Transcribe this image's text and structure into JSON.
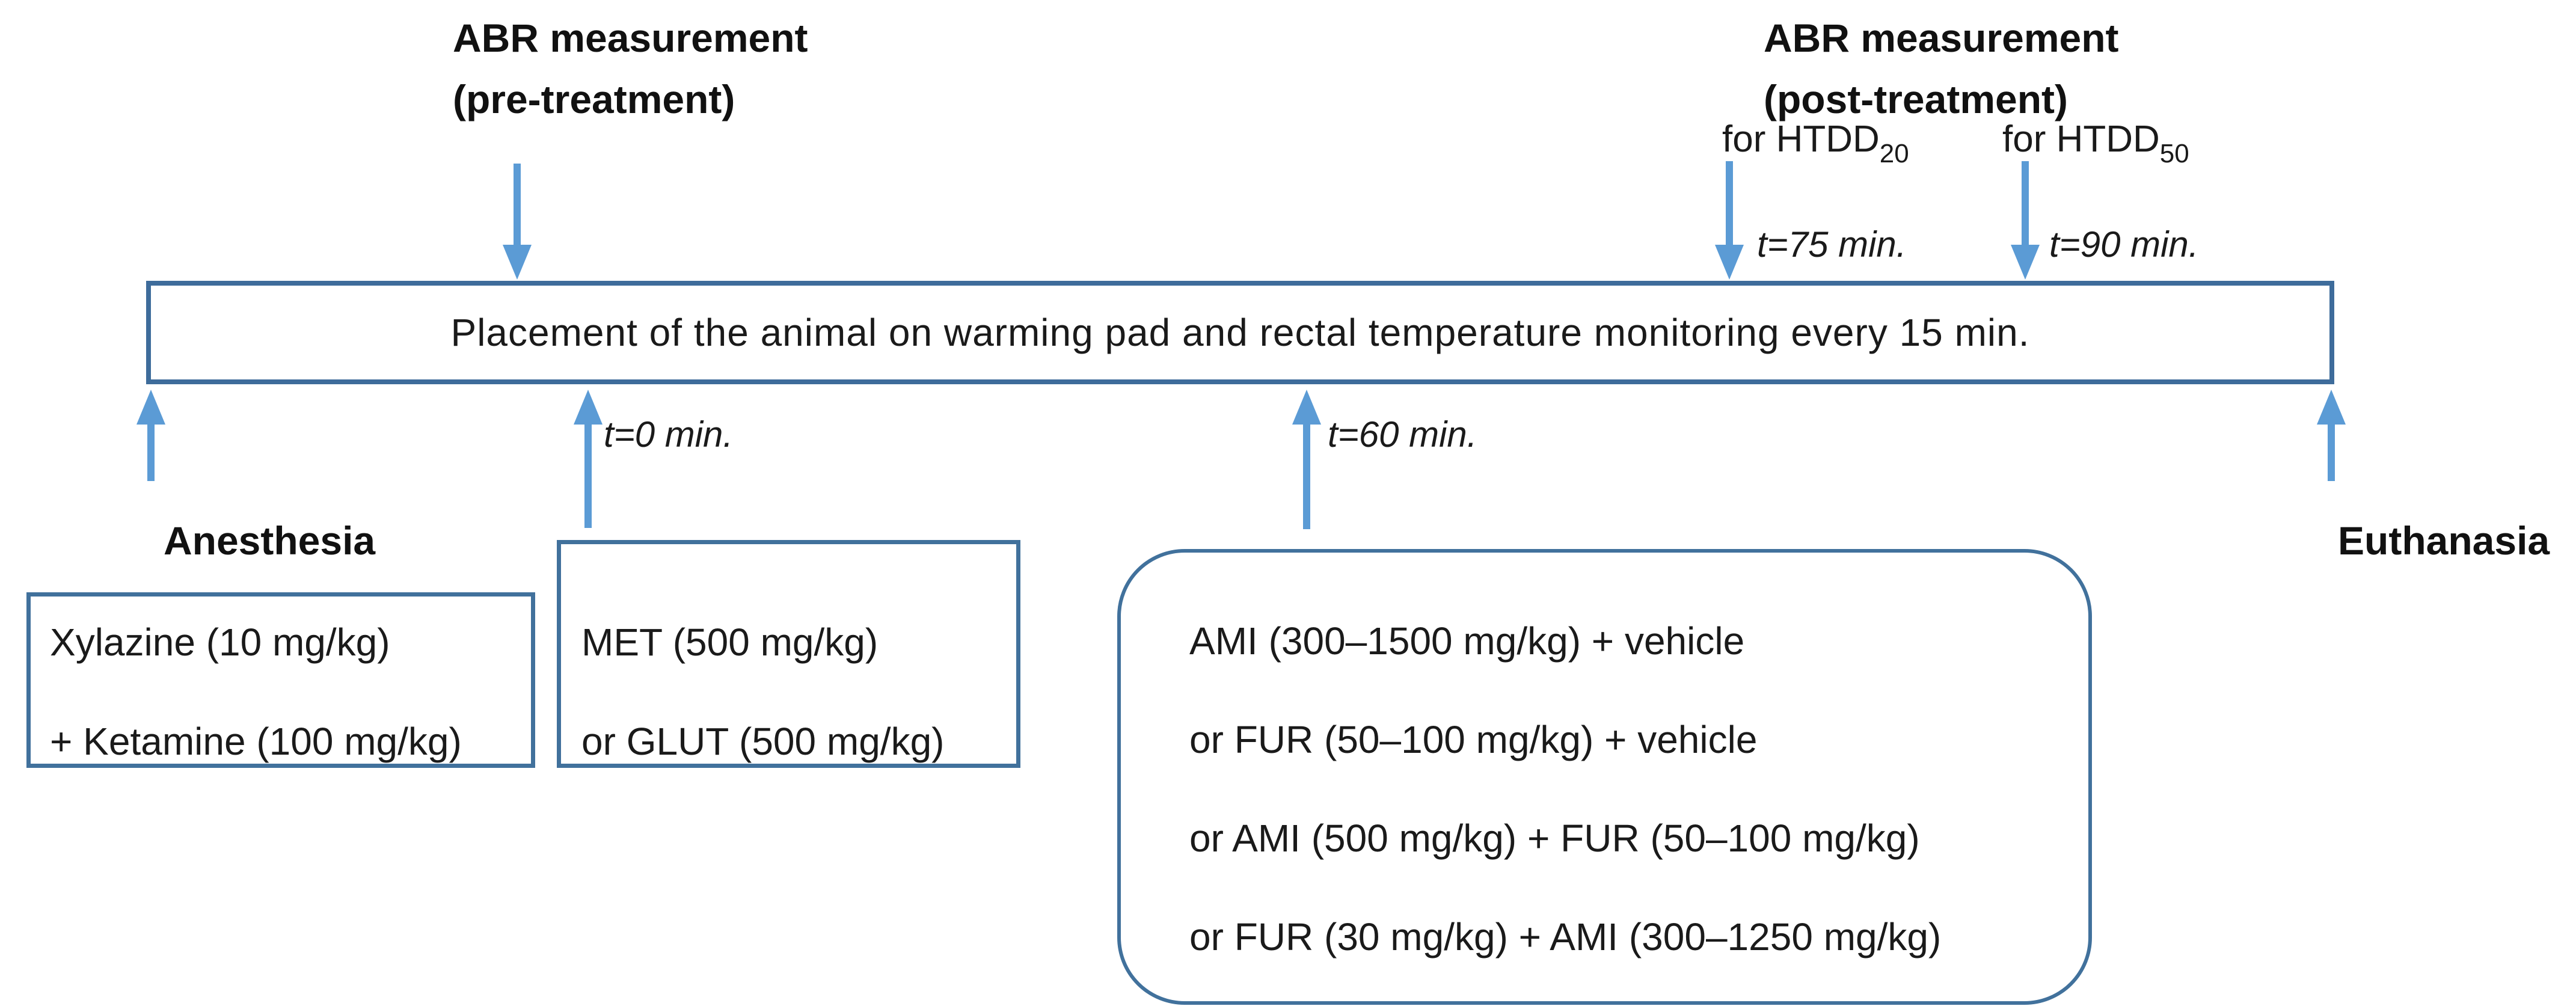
{
  "colors": {
    "arrow_blue": "#5B9BD5",
    "box_border_blue": "#41719C",
    "bar_border_blue": "#3E6C9B",
    "text": "#1A1A1A"
  },
  "header": {
    "pre_abr": {
      "line1": "ABR measurement",
      "line2": "(pre-treatment)"
    },
    "post_abr": {
      "line1": "ABR measurement",
      "line2": "(post-treatment)"
    },
    "htdd20": {
      "prefix": "for HTDD",
      "sub": "20"
    },
    "htdd50": {
      "prefix": "for HTDD",
      "sub": "50"
    }
  },
  "timeline": {
    "bar_label": "Placement of the animal on warming pad and rectal temperature monitoring every 15 min.",
    "t0": "t=0 min.",
    "t60": "t=60 min.",
    "t75": "t=75 min.",
    "t90": "t=90 min.",
    "start_label": "Anesthesia",
    "end_label": "Euthanasia"
  },
  "boxes": {
    "anesthesia": {
      "lines": [
        "Xylazine (10 mg/kg)",
        "+ Ketamine (100 mg/kg)"
      ]
    },
    "pretreatment": {
      "lines": [
        "MET (500 mg/kg)",
        "or GLUT (500 mg/kg)"
      ]
    },
    "treatment": {
      "lines": [
        "AMI (300–1500 mg/kg) + vehicle",
        "or FUR (50–100 mg/kg) + vehicle",
        "or AMI (500 mg/kg) + FUR (50–100 mg/kg)",
        "or FUR (30 mg/kg) + AMI (300–1250 mg/kg)"
      ]
    }
  }
}
